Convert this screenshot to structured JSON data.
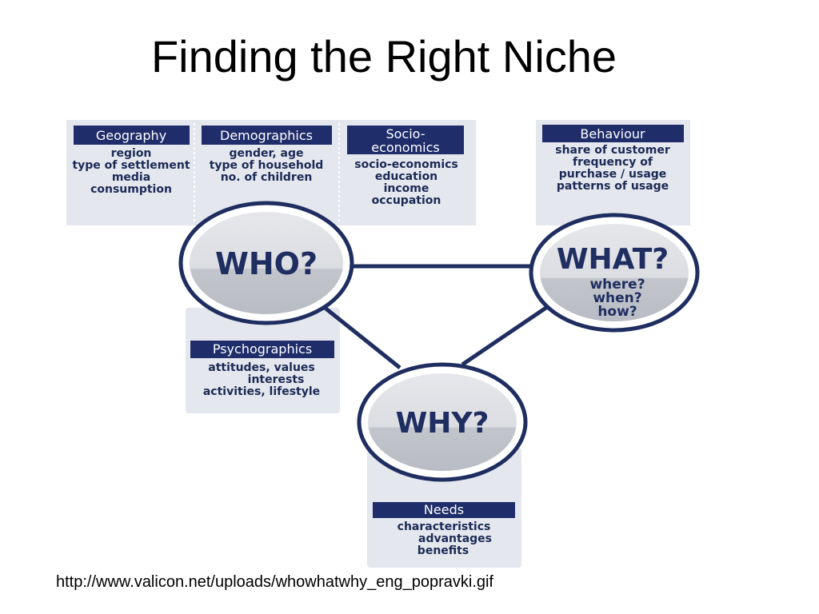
{
  "title": "Finding the Right Niche",
  "who": {
    "label": "WHO?",
    "boxes": [
      {
        "heading": "Geography",
        "lines": [
          "region",
          "type of settlement",
          "media",
          "consumption"
        ]
      },
      {
        "heading": "Demographics",
        "lines": [
          "gender, age",
          "type of household",
          "no. of children"
        ]
      },
      {
        "heading_lines": [
          "Socio-",
          "economics"
        ],
        "lines": [
          "socio-economics",
          "education",
          "income",
          "occupation"
        ]
      }
    ],
    "psychographics": {
      "heading": "Psychographics",
      "lines": [
        "attitudes, values",
        "interests",
        "activities, lifestyle"
      ]
    }
  },
  "what": {
    "label": "WHAT?",
    "sub": [
      "where?",
      "when?",
      "how?"
    ],
    "behaviour": {
      "heading": "Behaviour",
      "lines": [
        "share of customer",
        "frequency of",
        "purchase / usage",
        "patterns of usage"
      ]
    }
  },
  "why": {
    "label": "WHY?",
    "needs": {
      "heading": "Needs",
      "lines": [
        "characteristics",
        "advantages",
        "benefits"
      ]
    }
  },
  "source_url": "http://www.valicon.net/uploads/whowhatwhy_eng_popravki.gif",
  "colors": {
    "navy": "#1f2e60",
    "panel": "#e4e7ee",
    "header": "#1f2e6a"
  }
}
